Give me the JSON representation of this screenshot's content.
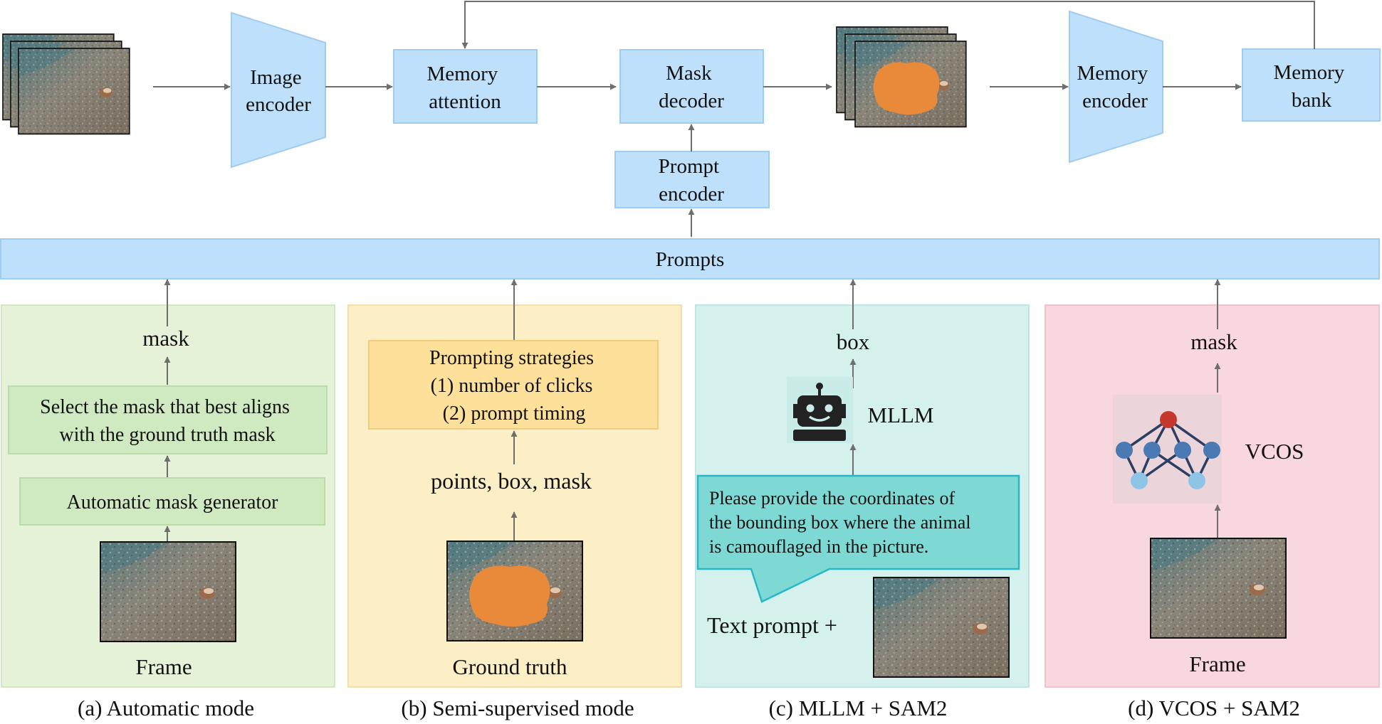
{
  "pipeline": {
    "image_encoder": [
      "Image",
      "encoder"
    ],
    "memory_attention": [
      "Memory",
      "attention"
    ],
    "mask_decoder": [
      "Mask",
      "decoder"
    ],
    "prompt_encoder": [
      "Prompt",
      "encoder"
    ],
    "memory_encoder": [
      "Memory",
      "encoder"
    ],
    "memory_bank": [
      "Memory",
      "bank"
    ],
    "prompts_bar": "Prompts"
  },
  "panel_a": {
    "caption": "(a) Automatic mode",
    "output": "mask",
    "select_box": [
      "Select the mask that best aligns",
      "with the ground truth mask"
    ],
    "generator_box": "Automatic mask generator",
    "input_label": "Frame"
  },
  "panel_b": {
    "caption": "(b) Semi-supervised mode",
    "strategies": [
      "Prompting strategies",
      "(1) number of clicks",
      "(2) prompt timing"
    ],
    "prompt_types": "points, box, mask",
    "input_label": "Ground truth"
  },
  "panel_c": {
    "caption": "(c) MLLM + SAM2",
    "output": "box",
    "model": "MLLM",
    "speech": [
      "Please provide the coordinates of",
      "the bounding box where the animal",
      "is camouflaged in the picture."
    ],
    "text_prompt": "Text prompt +"
  },
  "panel_d": {
    "caption": "(d) VCOS + SAM2",
    "output": "mask",
    "model": "VCOS",
    "input_label": "Frame"
  },
  "colors": {
    "pipeline_blue": "#bfe0fa",
    "panel_a_bg": "#e6f2d8",
    "panel_b_bg": "#fcefc6",
    "panel_c_bg": "#d4f1ee",
    "panel_d_bg": "#f8d7df",
    "green_box": "#cfe9c1",
    "yellow_box": "#fde19a",
    "speech_bubble": "#7ed9d5",
    "mask_orange": "#e88a3a"
  }
}
